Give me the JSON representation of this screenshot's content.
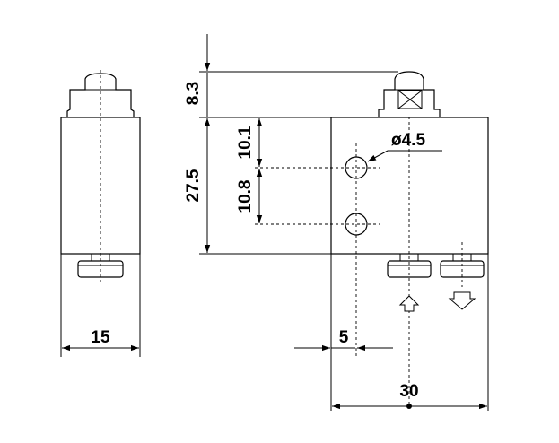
{
  "dimensions": {
    "top_offset": "8.3",
    "body_height": "27.5",
    "hole_upper": "10.1",
    "hole_lower": "10.8",
    "hole_diameter": "ø4.5",
    "hole_edge_offset": "5",
    "body_width": "30",
    "side_width": "15"
  }
}
